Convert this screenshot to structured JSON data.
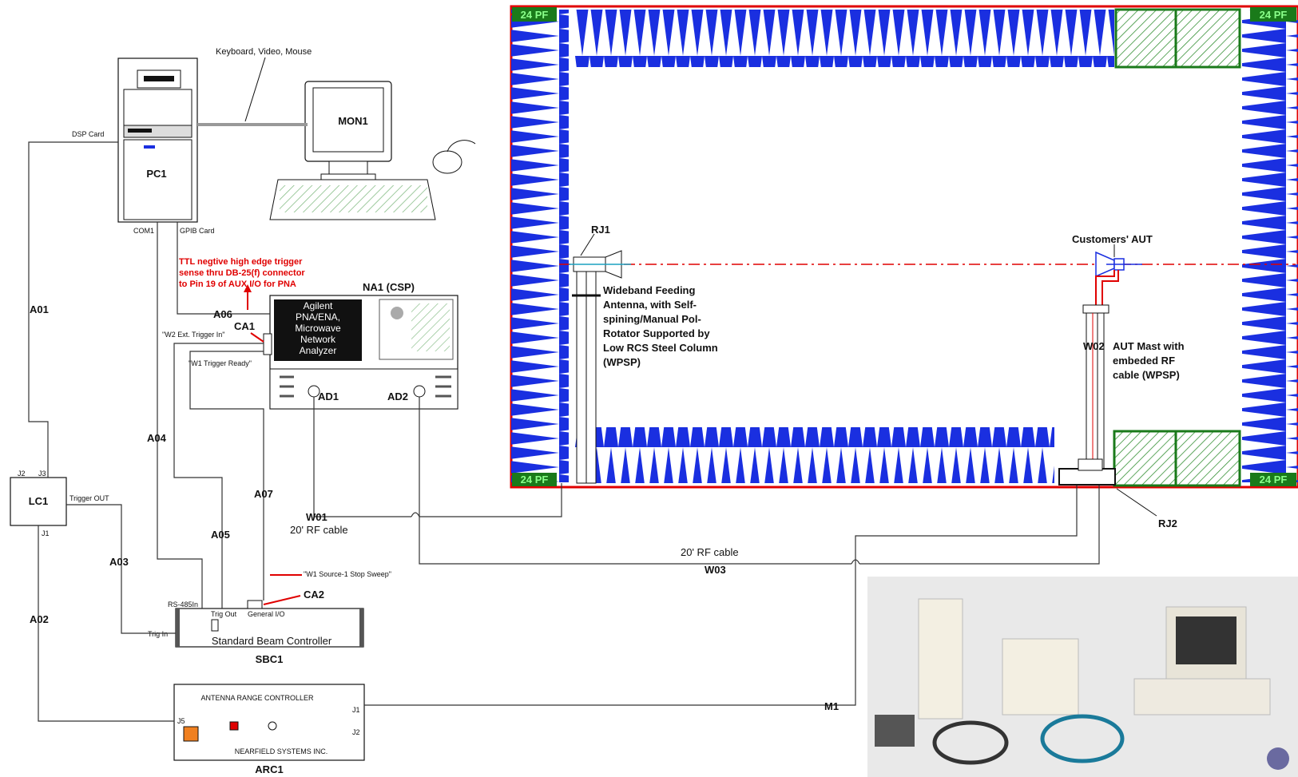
{
  "labels": {
    "kvm": "Keyboard, Video, Mouse",
    "mon": "MON1",
    "pc": "PC1",
    "dsp": "DSP Card",
    "com1": "COM1",
    "gpib": "GPIB Card",
    "trigger_note": [
      "TTL negtive high edge trigger",
      "sense thru DB-25(f) connector",
      "to Pin 19 of AUX I/O for PNA"
    ],
    "na_title": "NA1 (CSP)",
    "na_screen": [
      "Agilent",
      "PNA/ENA,",
      "Microwave",
      "Network",
      "Analyzer"
    ],
    "ca1": "CA1",
    "ca2": "CA2",
    "w2_ext": "\"W2 Ext. Trigger In\"",
    "w1_ready": "\"W1 Trigger Ready\"",
    "w1_source": "\"W1 Source-1 Stop Sweep\"",
    "ad1": "AD1",
    "ad2": "AD2",
    "a01": "A01",
    "a02": "A02",
    "a03": "A03",
    "a04": "A04",
    "a05": "A05",
    "a06": "A06",
    "a07": "A07",
    "lc1": "LC1",
    "j2": "J2",
    "j3": "J3",
    "j1": "J1",
    "trigger_out": "Trigger OUT",
    "rs485": "RS-485In",
    "trig_out": "Trig Out",
    "general_io": "General I/O",
    "trig_in": "Trig In",
    "sbc_name": "Standard Beam Controller",
    "sbc": "SBC1",
    "arc_name": "ANTENNA RANGE CONTROLLER",
    "arc_maker": "NEARFIELD SYSTEMS INC.",
    "arc": "ARC1",
    "arc_j1": "J1",
    "arc_j2": "J2",
    "arc_j5": "J5",
    "w01": "W01",
    "rf20_a": "20' RF cable",
    "rf20_b": "20' RF cable",
    "w03": "W03",
    "m1": "M1",
    "rj1": "RJ1",
    "rj2": "RJ2",
    "pf_tl": "24 PF",
    "pf_tr": "24 PF",
    "pf_bl": "24 PF",
    "pf_br": "24 PF",
    "feed_desc": [
      "Wideband Feeding",
      "Antenna, with Self-",
      "spining/Manual Pol-",
      "Rotator Supported by",
      "Low RCS Steel Column",
      "(WPSP)"
    ],
    "aut": "Customers' AUT",
    "w02": "W02",
    "mast_desc": [
      "AUT Mast with",
      "embeded RF",
      "cable (WPSP)"
    ]
  },
  "colors": {
    "absorber": "#1a2fe0",
    "chamber_border": "#e00000",
    "pf_tag": "#1a7a1a",
    "foam_box": "#1a7a1a",
    "note_red": "#e00000"
  }
}
